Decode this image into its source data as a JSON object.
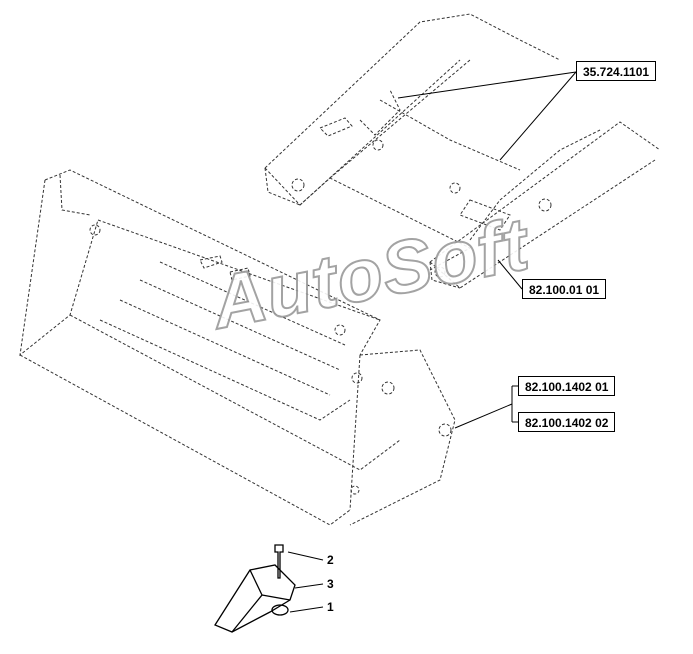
{
  "callouts": {
    "loader_arm": "35.724.1101",
    "arm_cross": "82.100.01 01",
    "bucket_a": "82.100.1402 01",
    "bucket_b": "82.100.1402 02"
  },
  "item_numbers": {
    "bolt": "2",
    "tooth": "3",
    "nut": "1"
  },
  "watermark": "AutoSoft"
}
